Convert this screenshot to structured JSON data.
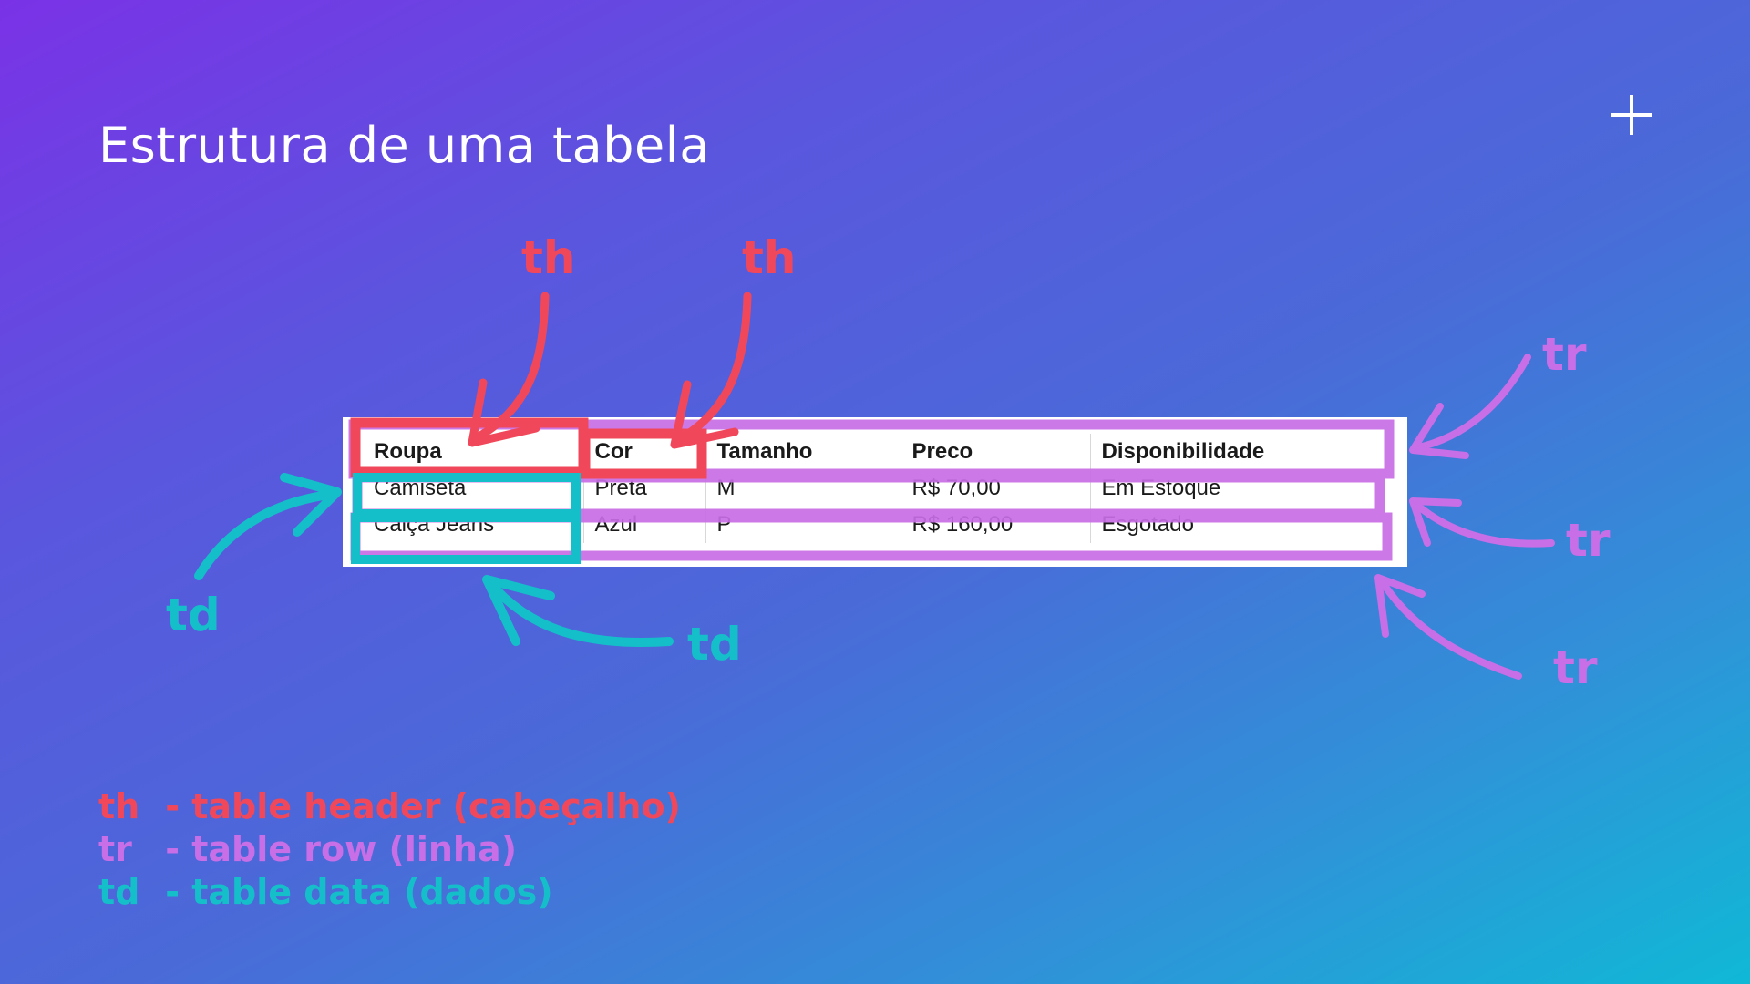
{
  "title": "Estrutura de uma tabela",
  "table": {
    "headers": [
      "Roupa",
      "Cor",
      "Tamanho",
      "Preco",
      "Disponibilidade"
    ],
    "rows": [
      [
        "Camiseta",
        "Preta",
        "M",
        "R$ 70,00",
        "Em Estoque"
      ],
      [
        "Calça Jeans",
        "Azul",
        "P",
        "R$ 160,00",
        "Esgotado"
      ]
    ]
  },
  "annotations": {
    "th": "th",
    "tr": "tr",
    "td": "td"
  },
  "legend": [
    {
      "tag": "th",
      "text": "- table header (cabeçalho)"
    },
    {
      "tag": "tr",
      "text": "- table row (linha)"
    },
    {
      "tag": "td",
      "text": "- table data (dados)"
    }
  ],
  "colors": {
    "th": "#f0485a",
    "tr": "#c86ee6",
    "td": "#14bfc9",
    "background_start": "#7a32e6",
    "background_end": "#10b8d6"
  },
  "icons": {
    "add": "plus-icon"
  }
}
